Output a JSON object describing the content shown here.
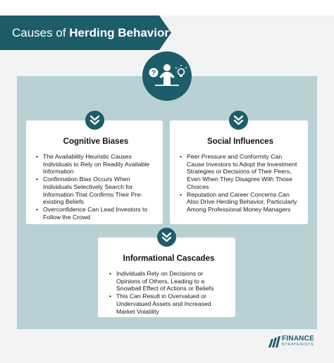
{
  "title": {
    "prefix": "Causes of ",
    "bold": "Herding Behavior"
  },
  "colors": {
    "primary": "#1d5c69",
    "panel": "#b9d1d5",
    "background": "#f2f3f3"
  },
  "center_icon": "person-with-question-and-idea-icon",
  "cards": [
    {
      "heading": "Cognitive Biases",
      "badge_icon": "double-chevron-down-icon",
      "items": [
        "The Availability Heuristic Causes Individuals to Rely on Readily Available Information",
        "Confirmation Bias Occurs When Individuals Selectively Search for Information That Confirms Their Pre-existing Beliefs",
        "Overconfidence Can Lead Investors to Follow the Crowd"
      ]
    },
    {
      "heading": "Social Influences",
      "badge_icon": "double-chevron-down-icon",
      "items": [
        "Peer Pressure and Conformity Can Cause Investors to Adopt the Investment Strategies or Decisions of Their Peers, Even When They Disagree With Those Choices",
        "Reputation and Career Concerns Can Also Drive Herding Behavior, Particularly Among Professional Money Managers"
      ]
    },
    {
      "heading": "Informational Cascades",
      "badge_icon": "double-chevron-down-icon",
      "items": [
        "Individuals Rely on Decisions or Opinions of Others, Leading to a Snowball Effect of Actions or Beliefs",
        "This Can Result in Overvalued or Undervalued Assets and Increased Market Volatility"
      ]
    }
  ],
  "logo": {
    "name": "FINANCE",
    "sub": "STRATEGISTS"
  }
}
